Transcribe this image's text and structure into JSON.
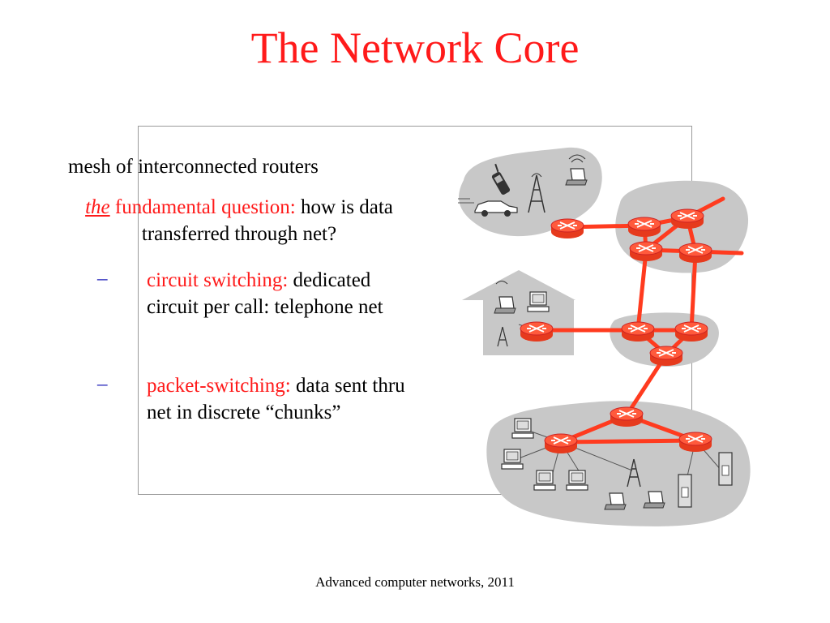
{
  "slide": {
    "title": "The Network Core",
    "points": {
      "mesh": "mesh of interconnected routers",
      "question_the": "the",
      "question_label": " fundamental question:",
      "question_text": " how is data transferred through net?"
    },
    "sub_bullets": [
      {
        "marker": "–",
        "label": "circuit switching:",
        "text": " dedicated circuit per call: telephone net"
      },
      {
        "marker": "–",
        "label": "packet-switching:",
        "text": " data sent thru net in discrete “chunks”"
      }
    ],
    "footer": "Advanced computer networks, 2011"
  },
  "colors": {
    "title": "#ff1a1a",
    "highlight": "#ff1a1a",
    "link": "#ff3b1f",
    "router": "#ff4a2a",
    "cloud": "#c8c8c8",
    "house": "#c8c8c8",
    "dash": "#1f1fb8"
  },
  "diagram": {
    "icons": [
      "router-icon",
      "cellphone-icon",
      "car-icon",
      "cell-tower-icon",
      "laptop-icon",
      "desktop-computer-icon",
      "server-icon",
      "house-icon"
    ]
  }
}
